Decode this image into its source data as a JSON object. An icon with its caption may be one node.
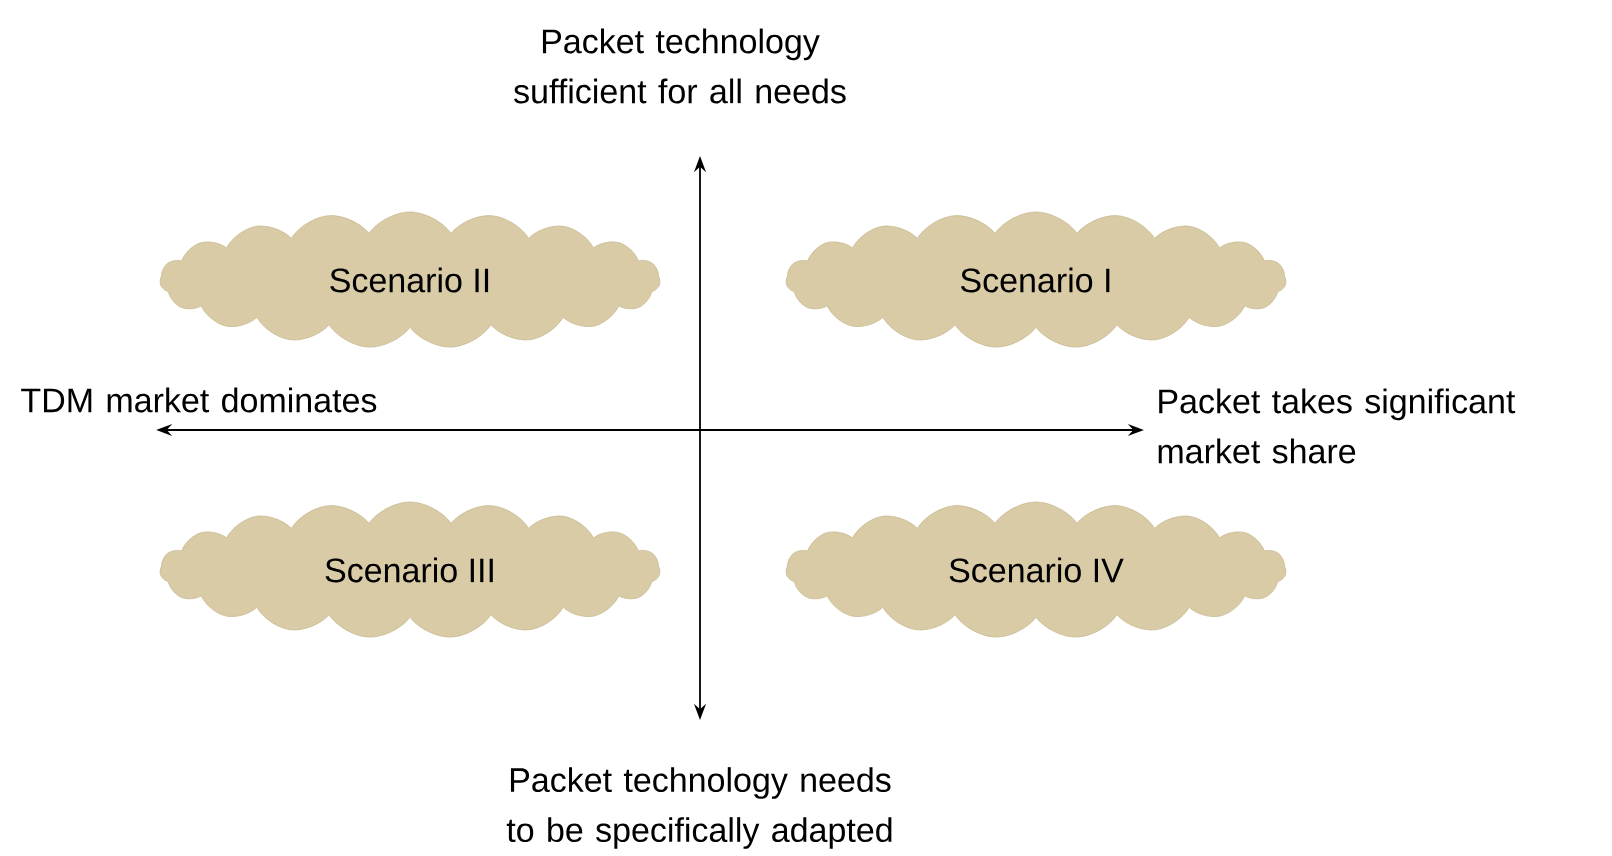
{
  "diagram": {
    "nodes": [
      {
        "text": [
          "Scenario II"
        ]
      },
      {
        "text": [
          "Scenario I"
        ]
      },
      {
        "text": [
          "Scenario III"
        ]
      },
      {
        "text": [
          "Scenario IV"
        ]
      }
    ],
    "labels": [
      "Packet technology sufficient for all needs",
      "TDM market dominates",
      "Packet takes significant market share",
      "Packet technology needs to be specifically adapted"
    ]
  }
}
